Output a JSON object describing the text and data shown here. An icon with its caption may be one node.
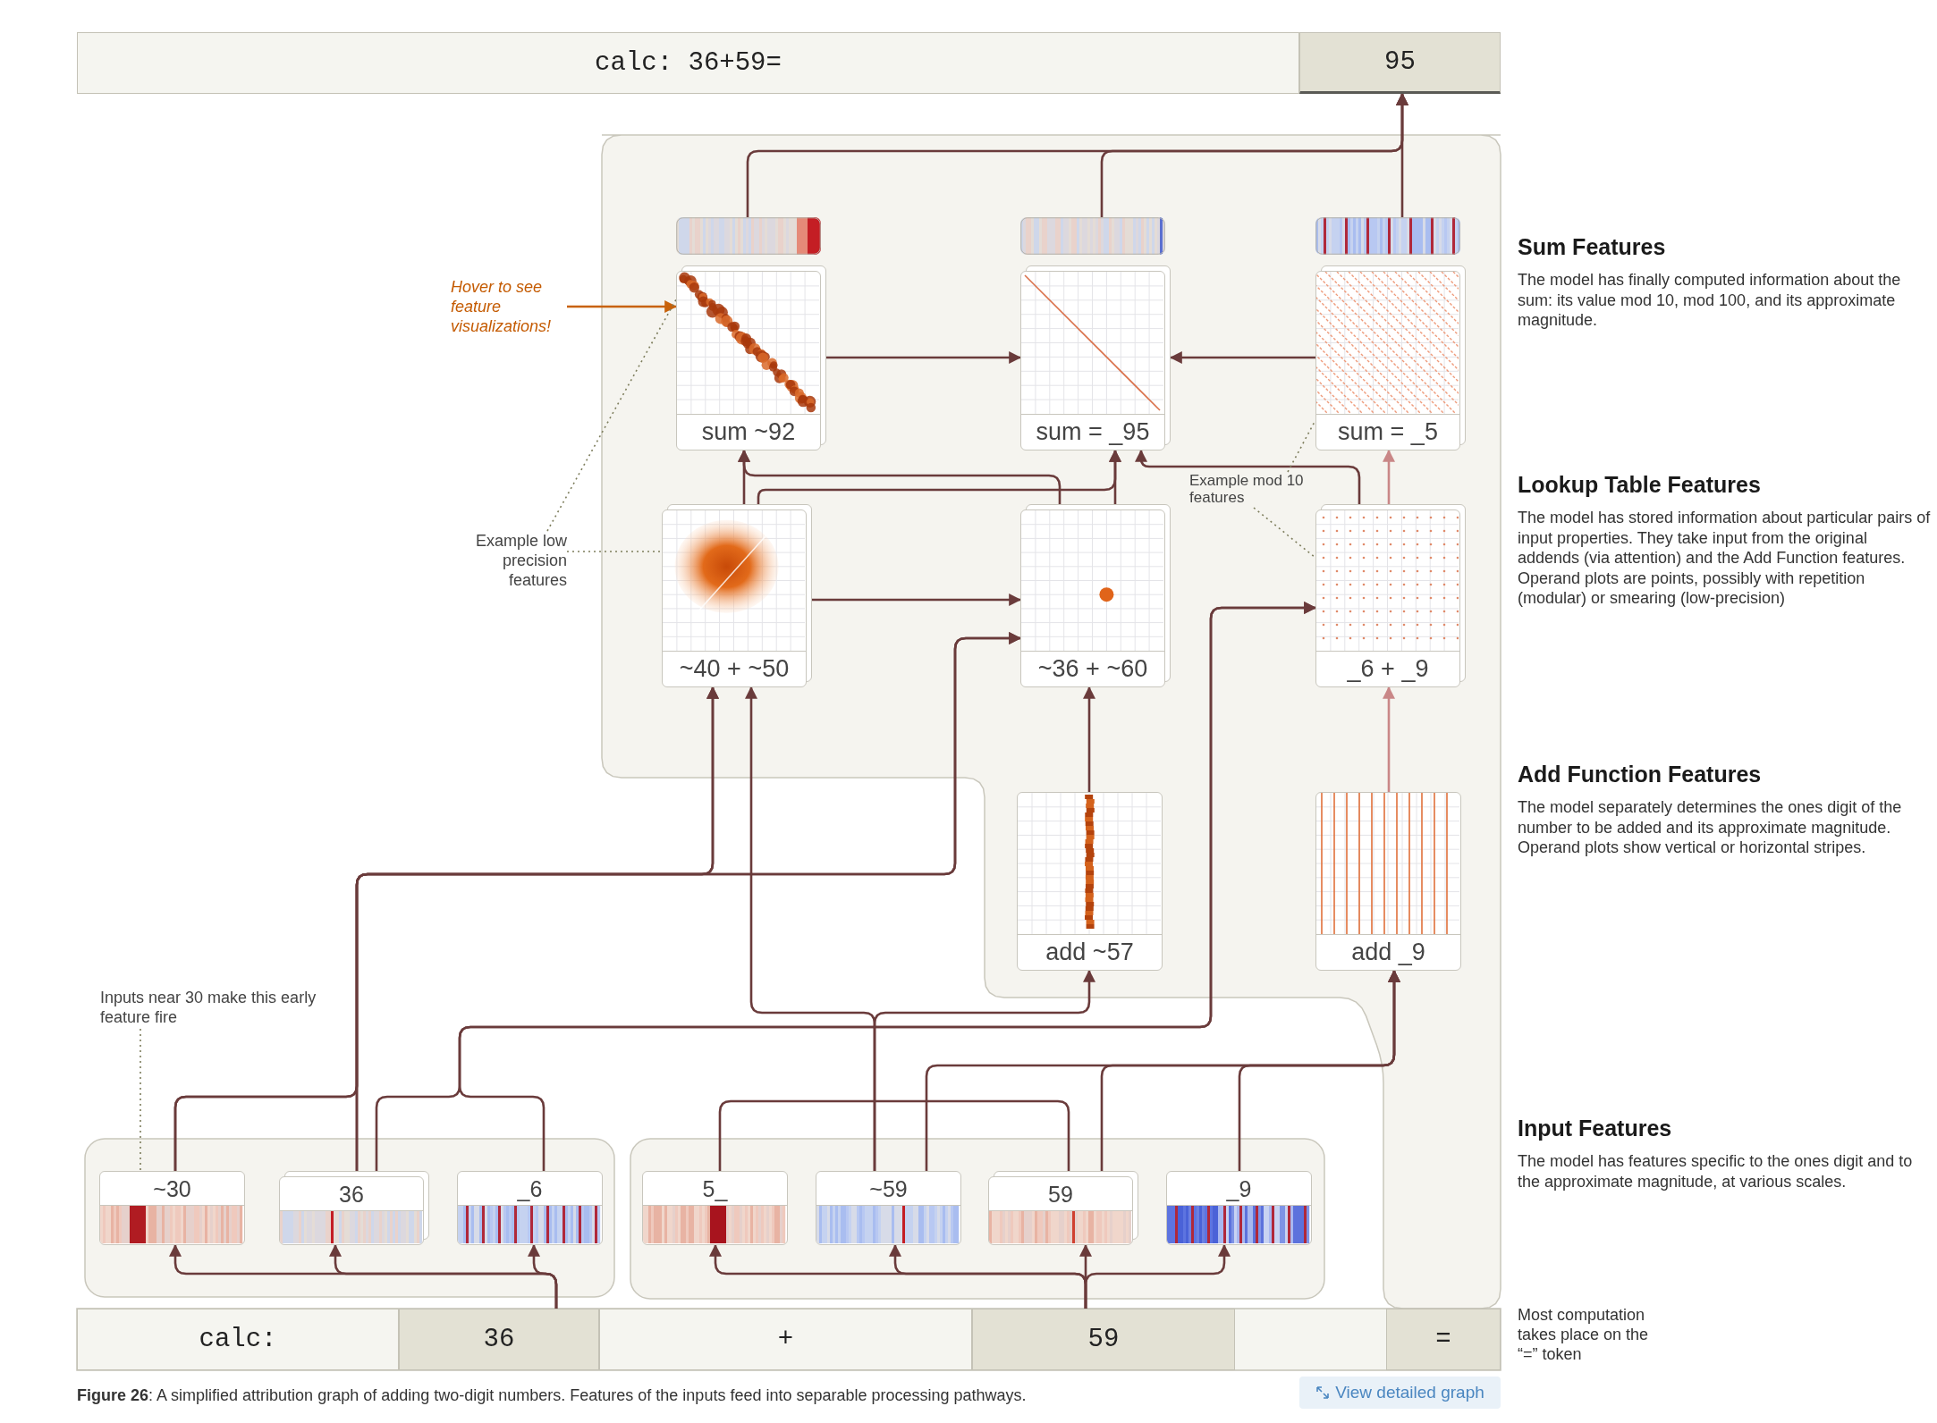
{
  "diagram": {
    "caption": "**Figure 26**: A simplified attribution graph of adding two-digit numbers. Features of the inputs feed into separable processing pathways.",
    "nodes": [
      {
        "text": [
          "calc: 36+59="
        ]
      },
      {
        "text": [
          "95"
        ]
      },
      {
        "text": [
          "sum ~92"
        ]
      },
      {
        "text": [
          "sum = _95"
        ]
      },
      {
        "text": [
          "sum = _5"
        ]
      },
      {
        "text": [
          "~40 + ~50"
        ]
      },
      {
        "text": [
          "~36 + ~60"
        ]
      },
      {
        "text": [
          "_6 + _9"
        ]
      },
      {
        "text": [
          "add ~57"
        ]
      },
      {
        "text": [
          "add _9"
        ]
      },
      {
        "text": [
          "~30"
        ]
      },
      {
        "text": [
          "36"
        ]
      },
      {
        "text": [
          "_6"
        ]
      },
      {
        "text": [
          "5_"
        ]
      },
      {
        "text": [
          "~59"
        ]
      },
      {
        "text": [
          "59"
        ]
      },
      {
        "text": [
          "_9"
        ]
      },
      {
        "text": [
          "calc:"
        ]
      },
      {
        "text": [
          "36"
        ]
      },
      {
        "text": [
          "+"
        ]
      },
      {
        "text": [
          "59"
        ]
      },
      {
        "text": [
          "="
        ]
      },
      {
        "text": [
          "Hover to see feature visualizations!"
        ]
      },
      {
        "text": [
          "Example low precision features"
        ]
      },
      {
        "text": [
          "Example mod 10 features"
        ]
      },
      {
        "text": [
          "Inputs near 30 make this early feature fire"
        ]
      }
    ],
    "edges": [
      {
        "from": 2,
        "to": 1,
        "arrow": "to"
      },
      {
        "from": 3,
        "to": 1,
        "arrow": "to"
      },
      {
        "from": 4,
        "to": 1,
        "arrow": "to"
      },
      {
        "from": 2,
        "to": 3,
        "arrow": "to"
      },
      {
        "from": 4,
        "to": 3,
        "arrow": "to"
      },
      {
        "from": 5,
        "to": 2,
        "arrow": "to"
      },
      {
        "from": 6,
        "to": 2,
        "arrow": "to"
      },
      {
        "from": 5,
        "to": 3,
        "arrow": "to"
      },
      {
        "from": 6,
        "to": 3,
        "arrow": "to"
      },
      {
        "from": 7,
        "to": 3,
        "arrow": "to"
      },
      {
        "from": 7,
        "to": 4,
        "arrow": "to",
        "color": "#c98787"
      },
      {
        "from": 5,
        "to": 6,
        "arrow": "to"
      },
      {
        "from": 8,
        "to": 6,
        "arrow": "to"
      },
      {
        "from": 9,
        "to": 7,
        "arrow": "to",
        "color": "#c98787"
      },
      {
        "from": 10,
        "to": 5,
        "arrow": "to"
      },
      {
        "from": 11,
        "to": 5,
        "arrow": "to"
      },
      {
        "from": 10,
        "to": 6,
        "arrow": "to"
      },
      {
        "from": 11,
        "to": 6,
        "arrow": "to"
      },
      {
        "from": 11,
        "to": 7,
        "arrow": "to"
      },
      {
        "from": 12,
        "to": 7,
        "arrow": "to"
      },
      {
        "from": 14,
        "to": 5,
        "arrow": "to"
      },
      {
        "from": 14,
        "to": 8,
        "arrow": "to"
      },
      {
        "from": 14,
        "to": 9,
        "arrow": "to"
      },
      {
        "from": 15,
        "to": 9,
        "arrow": "to"
      },
      {
        "from": 16,
        "to": 9,
        "arrow": "to"
      },
      {
        "from": 13,
        "to": 15,
        "arrow": "none"
      },
      {
        "from": 18,
        "to": 10,
        "arrow": "to"
      },
      {
        "from": 18,
        "to": 11,
        "arrow": "to"
      },
      {
        "from": 18,
        "to": 12,
        "arrow": "to"
      },
      {
        "from": 20,
        "to": 13,
        "arrow": "to"
      },
      {
        "from": 20,
        "to": 14,
        "arrow": "to"
      },
      {
        "from": 20,
        "to": 15,
        "arrow": "to"
      },
      {
        "from": 20,
        "to": 16,
        "arrow": "to"
      },
      {
        "from": 22,
        "to": 2,
        "arrow": "to",
        "color": "#c8620a"
      },
      {
        "from": 23,
        "to": 2,
        "arrow": "none",
        "style": "dashed",
        "color": "#7d7d5c"
      },
      {
        "from": 23,
        "to": 5,
        "arrow": "none",
        "style": "dashed",
        "color": "#7d7d5c"
      },
      {
        "from": 24,
        "to": 4,
        "arrow": "none",
        "style": "dashed",
        "color": "#7d7d5c"
      },
      {
        "from": 24,
        "to": 7,
        "arrow": "none",
        "style": "dashed",
        "color": "#7d7d5c"
      },
      {
        "from": 25,
        "to": 10,
        "arrow": "none",
        "style": "dashed",
        "color": "#7d7d5c"
      }
    ],
    "labels": [
      "Sum Features",
      "The model has finally computed information about the sum: its value mod 10, mod 100, and its approximate magnitude.",
      "Lookup Table Features",
      "The model has stored information about particular pairs of input properties. They take input from the original addends (via attention) and the Add Function features. Operand plots are points, possibly with repetition (modular) or smearing (low-precision)",
      "Add Function Features",
      "The model separately determines the ones digit of the number to be added and its approximate magnitude. Operand plots show vertical or horizontal stripes.",
      "Input Features",
      "The model has features specific to the ones digit and to the approximate magnitude, at various scales.",
      "Most computation takes place on the “=” token",
      "View detailed graph"
    ]
  }
}
